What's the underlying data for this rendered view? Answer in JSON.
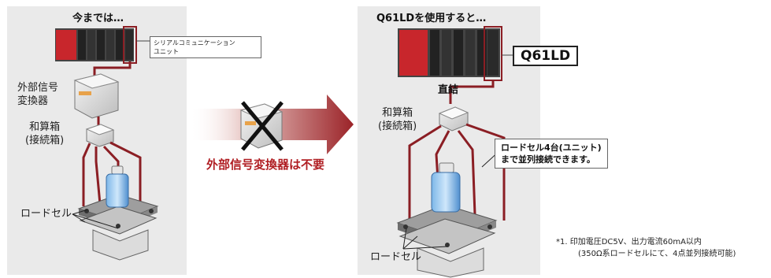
{
  "left": {
    "title": "今までは…",
    "callout": [
      "シリアルコミュニケーション",
      "ユニット"
    ],
    "converter_label": [
      "外部信号",
      "変換器"
    ],
    "junction_label": [
      "和算箱",
      "(接続箱)"
    ],
    "loadcell_label": "ロードセル"
  },
  "middle": {
    "message": "外部信号変換器は不要"
  },
  "right": {
    "title": "Q61LDを使用すると…",
    "badge": "Q61LD",
    "direct_label": "直結",
    "junction_label": [
      "和算箱",
      "(接続箱)"
    ],
    "note": [
      "ロードセル4台(ユニット)",
      "まで並列接続できます。"
    ],
    "loadcell_label": "ロードセル"
  },
  "footnote": [
    "*1.  印加電圧DC5V、出力電流60mA以内",
    "(350Ω系ロードセルにて、4点並列接続可能)"
  ],
  "colors": {
    "panel_bg": "#eaeaea",
    "cable": "#8b1e24",
    "arrow": "#9b2328",
    "plc_red": "#c8262c"
  }
}
